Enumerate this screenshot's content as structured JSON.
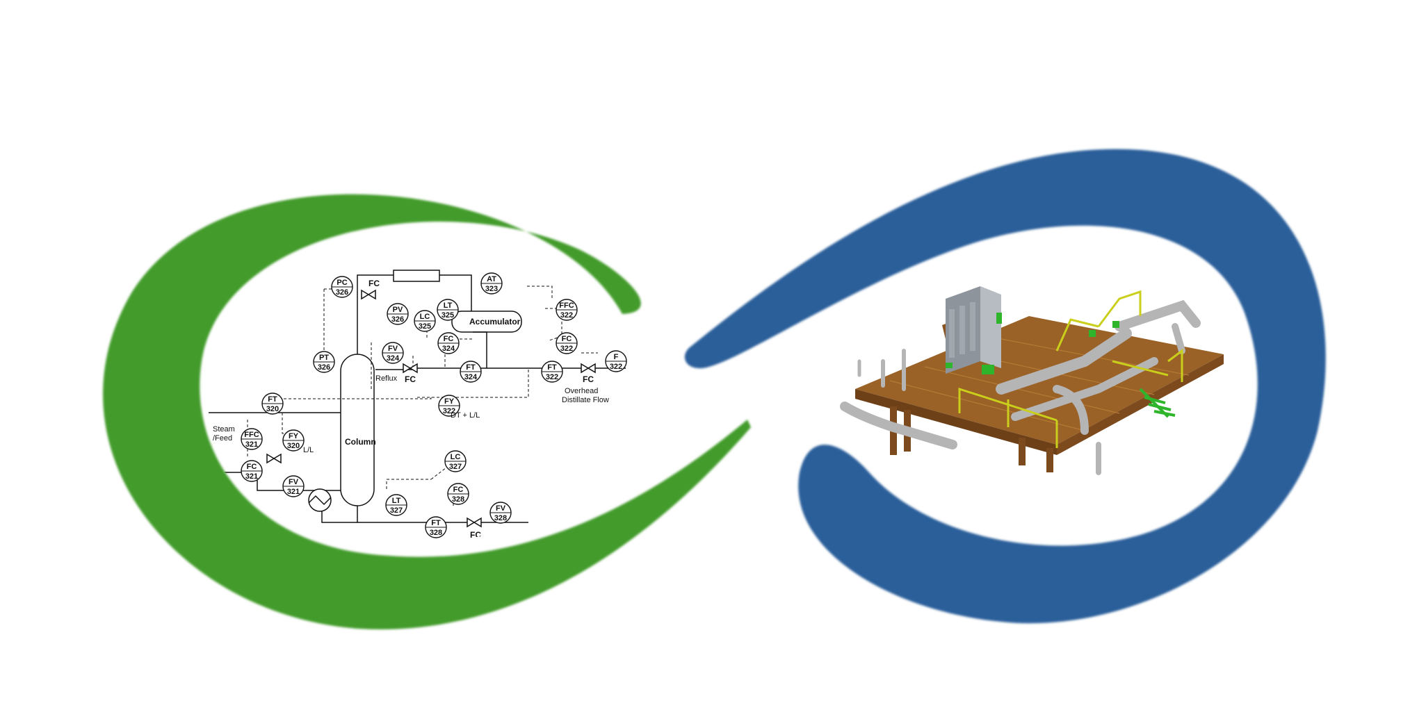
{
  "colors": {
    "left_ring": "#429b2c",
    "right_ring": "#2a5e9a",
    "line": "#111111",
    "steel": "#8e5a24",
    "rail": "#c9cf1a",
    "pipe": "#b5b5b5",
    "tank": "#9aa0a6",
    "accent_green": "#2fb52b"
  },
  "pid": {
    "instruments": [
      {
        "tag": "PC",
        "num": "326"
      },
      {
        "tag": "AT",
        "num": "323"
      },
      {
        "tag": "PV",
        "num": "326"
      },
      {
        "tag": "LT",
        "num": "325"
      },
      {
        "tag": "LC",
        "num": "325"
      },
      {
        "tag": "FFC",
        "num": "322"
      },
      {
        "tag": "FC",
        "num": "322"
      },
      {
        "tag": "FC",
        "num": "324"
      },
      {
        "tag": "FV",
        "num": "324"
      },
      {
        "tag": "PT",
        "num": "326"
      },
      {
        "tag": "FT",
        "num": "324"
      },
      {
        "tag": "FT",
        "num": "322"
      },
      {
        "tag": "F",
        "num": "322"
      },
      {
        "tag": "FT",
        "num": "320"
      },
      {
        "tag": "FY",
        "num": "322"
      },
      {
        "tag": "FFC",
        "num": "321"
      },
      {
        "tag": "FY",
        "num": "320"
      },
      {
        "tag": "FC",
        "num": "321"
      },
      {
        "tag": "FV",
        "num": "321"
      },
      {
        "tag": "LC",
        "num": "327"
      },
      {
        "tag": "FC",
        "num": "328"
      },
      {
        "tag": "LT",
        "num": "327"
      },
      {
        "tag": "FV",
        "num": "328"
      },
      {
        "tag": "FT",
        "num": "328"
      }
    ],
    "labels": {
      "accumulator": "Accumulator",
      "column": "Column",
      "reflux": "Reflux",
      "fc_valve_top": "FC",
      "fc_valve_reflux": "FC",
      "fc_valve_overhead": "FC",
      "fc_valve_bottom": "FC",
      "overhead_1": "Overhead",
      "overhead_2": "Distillate Flow",
      "dt_ll": "DT + L/L",
      "steam_1": "Steam",
      "steam_2": "/Feed",
      "ll": "L/L"
    }
  }
}
